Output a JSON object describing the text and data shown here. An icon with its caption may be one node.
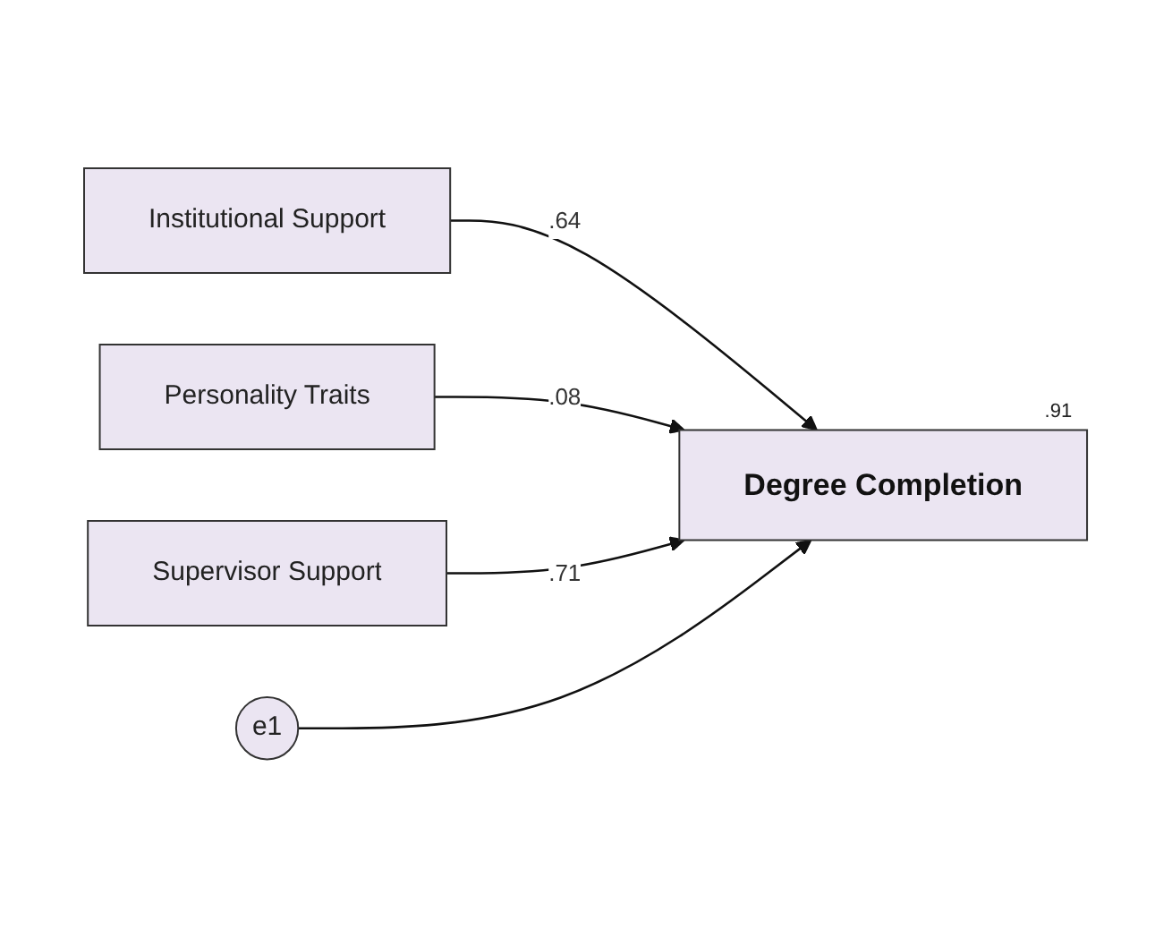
{
  "diagram": {
    "nodes": [
      {
        "text": [
          "Institutional Support"
        ]
      },
      {
        "text": [
          "Personality Traits"
        ]
      },
      {
        "text": [
          "Supervisor Support"
        ]
      },
      {
        "text": [
          "e1"
        ]
      },
      {
        "text": [
          "Degree Completion"
        ],
        "beside": [
          ".91"
        ]
      }
    ],
    "edges": [
      {
        "from": 0,
        "to": 4,
        "arrow": "to",
        "label": ".64"
      },
      {
        "from": 1,
        "to": 4,
        "arrow": "to",
        "label": ".08"
      },
      {
        "from": 2,
        "to": 4,
        "arrow": "to",
        "label": ".71"
      },
      {
        "from": 3,
        "to": 4,
        "arrow": "to"
      }
    ]
  }
}
